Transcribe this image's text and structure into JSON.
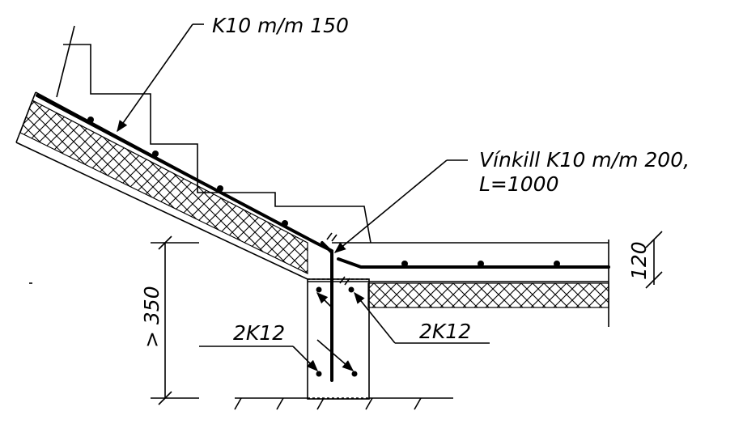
{
  "labels": {
    "top_bar": "K10 m/m 150",
    "corner_bar_line1": "Vínkill K10 m/m 200,",
    "corner_bar_line2": "L=1000",
    "beam_bars_right": "2K12",
    "beam_bars_left": "2K12",
    "dim_height": "> 350",
    "dim_slab": "120"
  }
}
